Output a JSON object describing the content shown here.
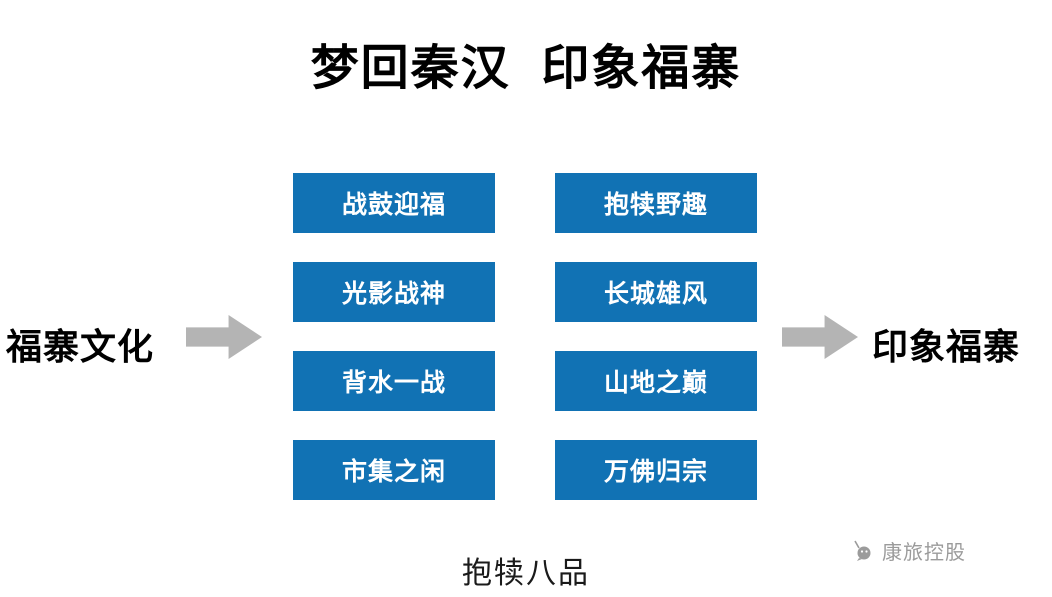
{
  "title": "梦回秦汉  印象福寨",
  "flow": {
    "left_label": "福寨文化",
    "right_label": "印象福寨"
  },
  "columns": {
    "left": [
      "战鼓迎福",
      "光影战神",
      "背水一战",
      "市集之闲"
    ],
    "right": [
      "抱犊野趣",
      "长城雄风",
      "山地之巅",
      "万佛归宗"
    ]
  },
  "bottom_label": "抱犊八品",
  "watermark": {
    "brand": "康旅控股"
  },
  "colors": {
    "box_blue": "#1172b4",
    "arrow_gray": "#b4b4b4",
    "watermark_gray": "#9b9b9b"
  }
}
